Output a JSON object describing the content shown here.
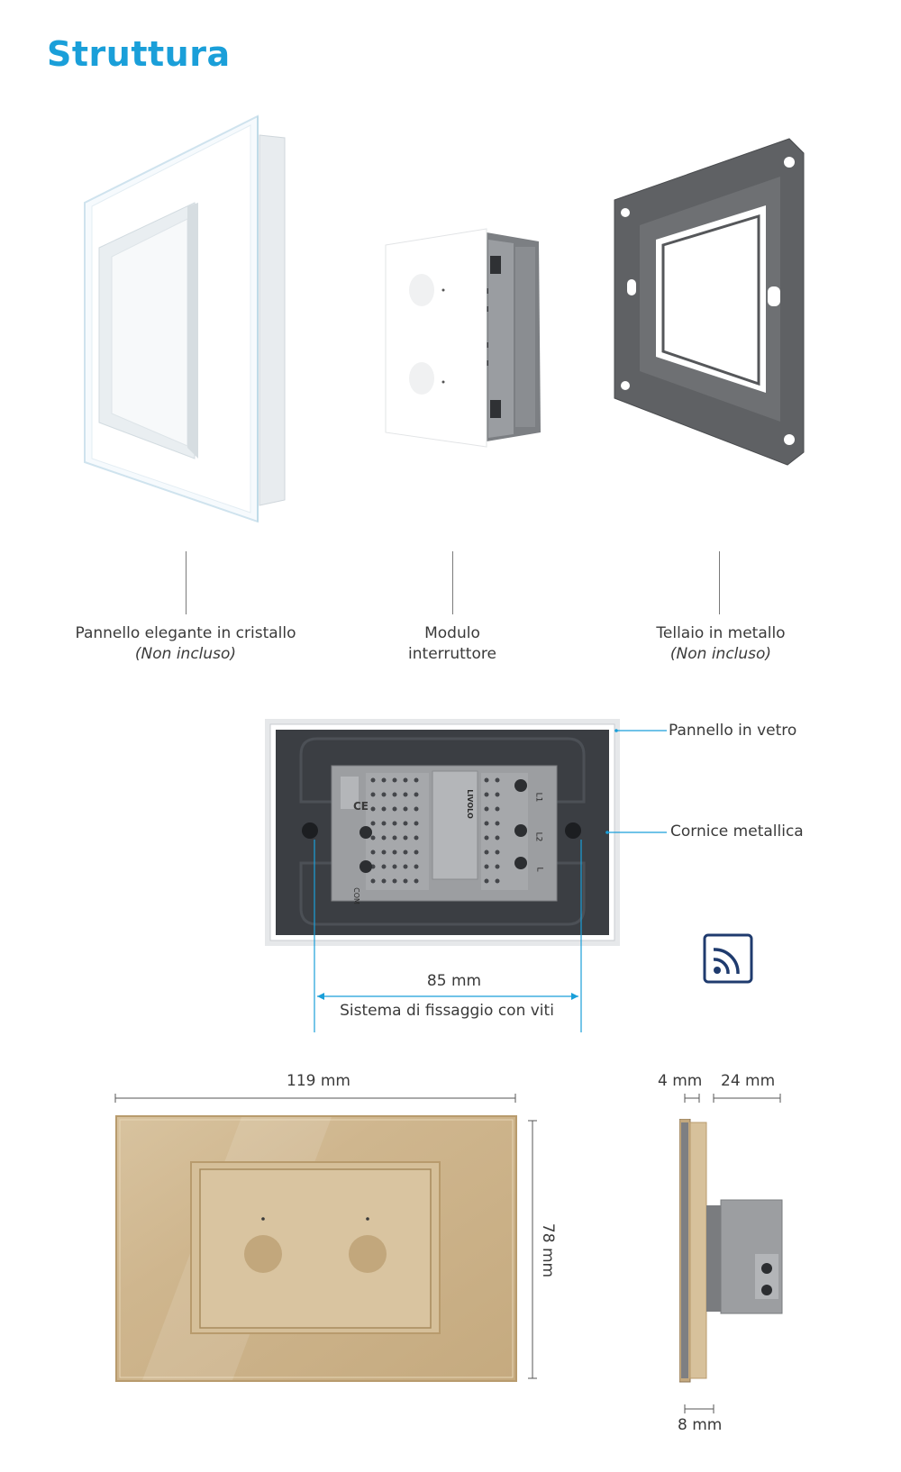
{
  "title": "Struttura",
  "components": [
    {
      "label": "Pannello elegante in cristallo",
      "note": "(Non incluso)"
    },
    {
      "label_line1": "Modulo",
      "label_line2": "interruttore"
    },
    {
      "label": "Tellaio in metallo",
      "note": "(Non incluso)"
    }
  ],
  "back_view": {
    "glass_label": "Pannello in vetro",
    "frame_label": "Cornice metallica",
    "distance": "85 mm",
    "fixing_label": "Sistema di fissaggio con viti",
    "module_text": [
      "LIVOLO",
      "CE"
    ],
    "terminal_labels": [
      "L1",
      "L2",
      "L",
      "COM"
    ]
  },
  "dimensions": {
    "width": "119 mm",
    "height": "78 mm",
    "depth_front": "4 mm",
    "depth_back": "24 mm",
    "thickness": "8 mm"
  },
  "icons": {
    "remote": "wireless-signal-icon"
  },
  "colors": {
    "accent": "#1a9fd9",
    "gold": "#d9c2a0",
    "steel": "#6b6b6b",
    "dark": "#3a3d42",
    "module_grey": "#9ea0a3",
    "icon_navy": "#1f3b6e"
  }
}
